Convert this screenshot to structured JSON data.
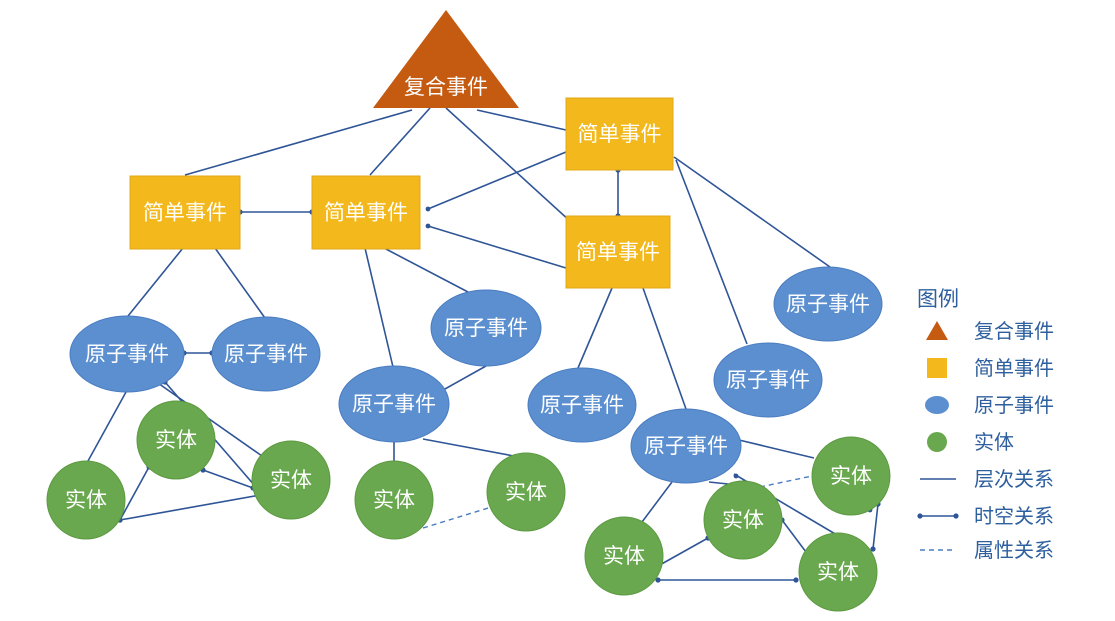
{
  "labels": {
    "complex": "复合事件",
    "simple": "简单事件",
    "atomic": "原子事件",
    "entity": "实体"
  },
  "legend": {
    "title": "图例",
    "items": [
      {
        "key": "complex",
        "label": "复合事件"
      },
      {
        "key": "simple",
        "label": "简单事件"
      },
      {
        "key": "atomic",
        "label": "原子事件"
      },
      {
        "key": "entity",
        "label": "实体"
      },
      {
        "key": "hierarchy",
        "label": "层次关系"
      },
      {
        "key": "spatiotemporal",
        "label": "时空关系"
      },
      {
        "key": "attribute",
        "label": "属性关系"
      }
    ]
  },
  "colors": {
    "complex": "#c55a11",
    "simple": "#f2b81c",
    "simple_border": "#e0a818",
    "atomic": "#5b8fd0",
    "entity": "#6aa84f",
    "entity_border": "#5c9a42",
    "edge": "#2f5597",
    "legend_text": "#2e5f9e"
  }
}
